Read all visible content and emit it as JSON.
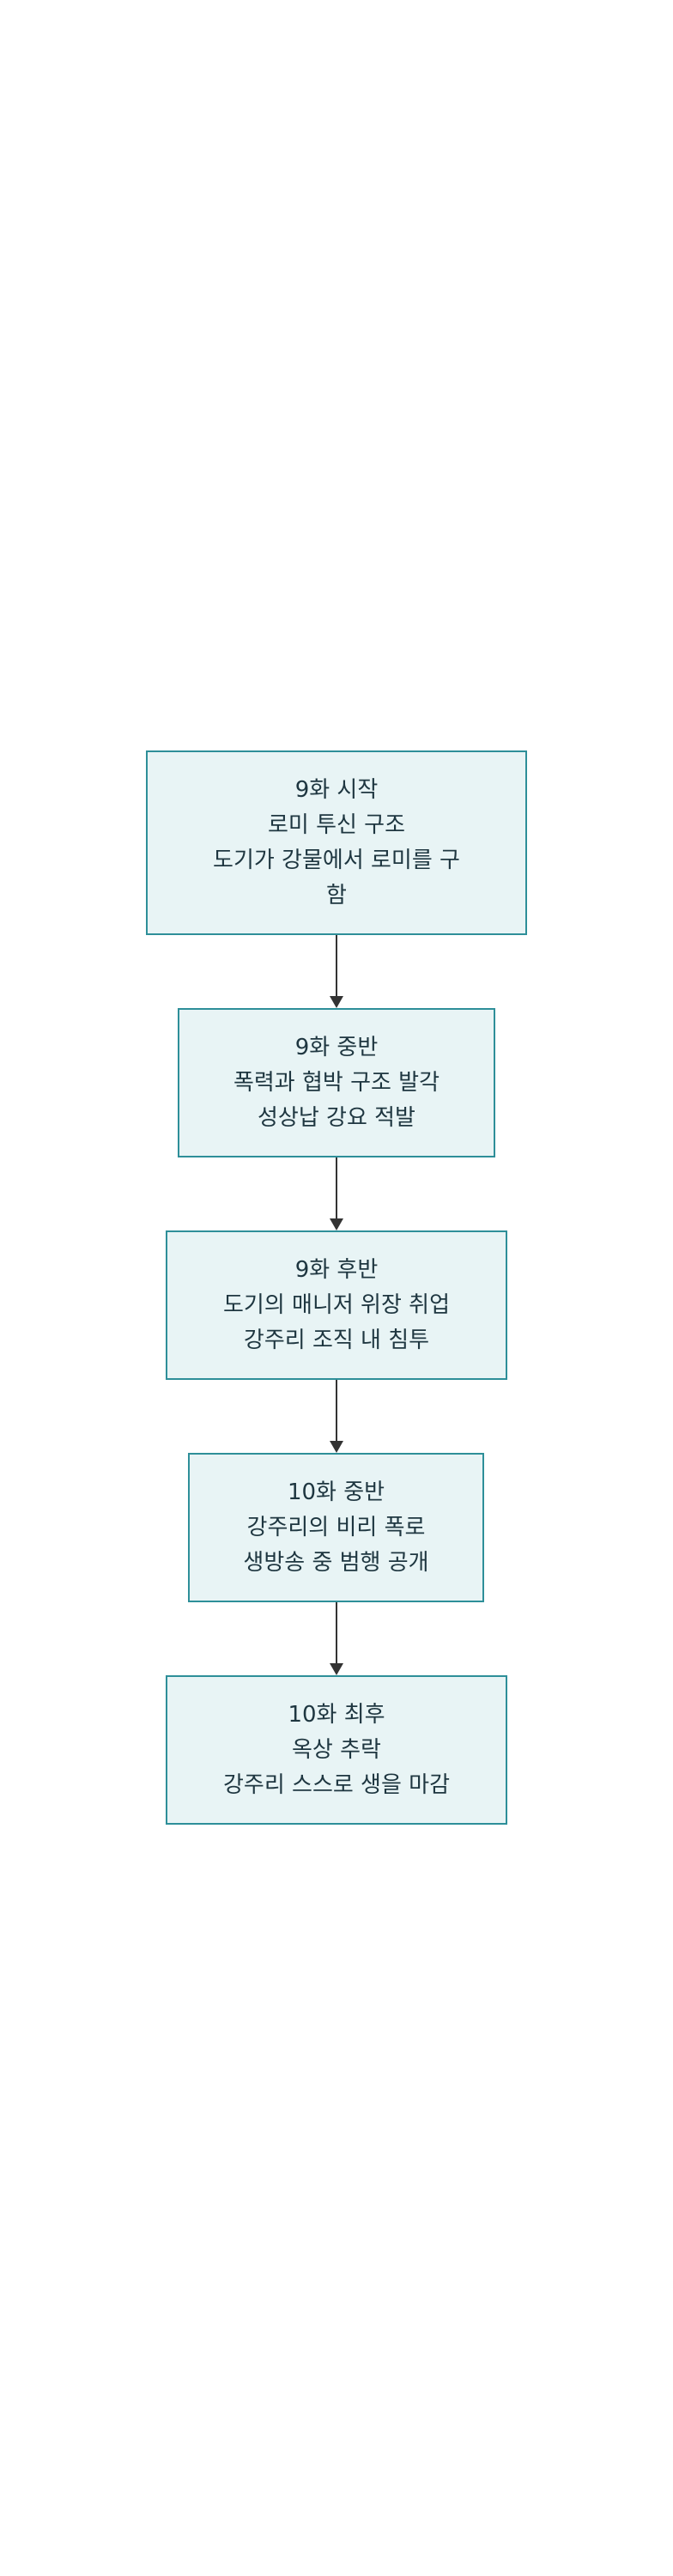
{
  "nodes": [
    {
      "lines": [
        "9화 시작",
        "로미 투신 구조",
        "도기가 강물에서 로미를 구",
        "함"
      ]
    },
    {
      "lines": [
        "9화 중반",
        "폭력과 협박 구조 발각",
        "성상납 강요 적발"
      ]
    },
    {
      "lines": [
        "9화 후반",
        "도기의 매니저 위장 취업",
        "강주리 조직 내 침투"
      ]
    },
    {
      "lines": [
        "10화 중반",
        "강주리의 비리 폭로",
        "생방송 중 범행 공개"
      ]
    },
    {
      "lines": [
        "10화 최후",
        "옥상 추락",
        "강주리 스스로 생을 마감"
      ]
    }
  ],
  "colors": {
    "fill": "#e8f4f5",
    "stroke": "#2e8f99",
    "arrow": "#333333",
    "text": "#1e3640"
  }
}
